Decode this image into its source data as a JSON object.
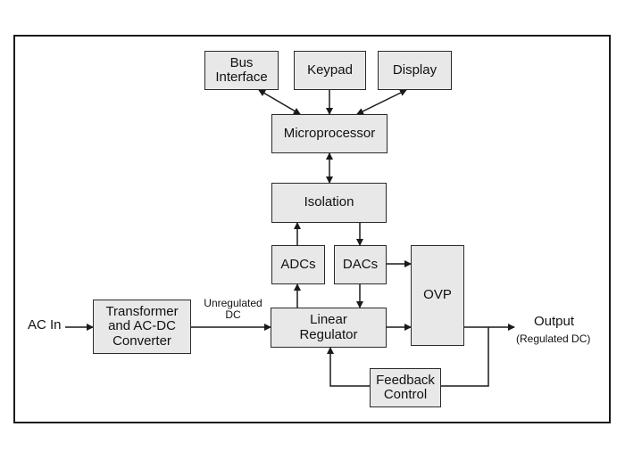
{
  "blocks": {
    "bus_interface": "Bus\nInterface",
    "keypad": "Keypad",
    "display": "Display",
    "microprocessor": "Microprocessor",
    "isolation": "Isolation",
    "adcs": "ADCs",
    "dacs": "DACs",
    "ovp": "OVP",
    "transformer": "Transformer\nand AC-DC\nConverter",
    "linear_regulator": "Linear\nRegulator",
    "feedback_control": "Feedback\nControl"
  },
  "labels": {
    "ac_in": "AC In",
    "unregulated_dc": "Unregulated\nDC",
    "output": "Output",
    "output_sub": "(Regulated DC)"
  },
  "colors": {
    "block_fill": "#e8e8e8",
    "line": "#1a1a1a"
  }
}
